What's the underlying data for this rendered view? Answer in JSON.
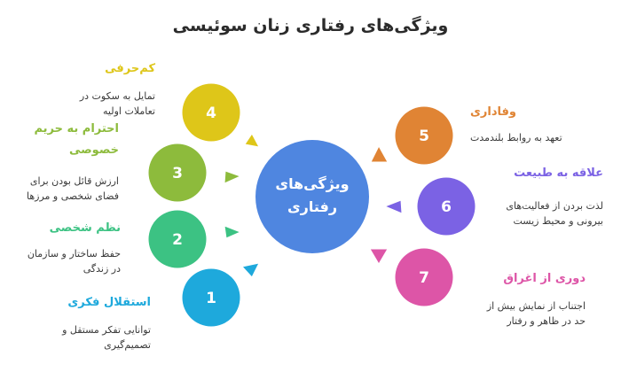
{
  "title": "ویژگی‌های رفتاری زنان سوئیسی",
  "center": {
    "line1": "ویژگی‌های",
    "line2": "رفتاری",
    "color": "#4F86E0"
  },
  "items": [
    {
      "number": "1",
      "title": "استقلال فکری",
      "description_line1": "توانایی تفکر مستقل و",
      "description_line2": "تصمیم‌گیری",
      "color": "#1EA9DC"
    },
    {
      "number": "2",
      "title": "نظم شخصی",
      "description_line1": "حفظ ساختار و سازمان",
      "description_line2": "در زندگی",
      "color": "#3CC283"
    },
    {
      "number": "3",
      "title_line1": "احترام به حریم",
      "title_line2": "خصوصی",
      "description_line1": "ارزش قائل بودن برای",
      "description_line2": "فضای شخصی و مرزها",
      "color": "#8DBB3C"
    },
    {
      "number": "4",
      "title": "کم‌حرفی",
      "description_line1": "تمایل به سکوت در",
      "description_line2": "تعاملات اولیه",
      "color": "#DEC619"
    },
    {
      "number": "5",
      "title": "وفاداری",
      "description_line1": "تعهد به روابط بلندمدت",
      "color": "#E08434"
    },
    {
      "number": "6",
      "title": "علاقه به طبیعت",
      "description_line1": "لذت بردن از فعالیت‌های",
      "description_line2": "بیرونی و محیط زیست",
      "color": "#7B62E4"
    },
    {
      "number": "7",
      "title": "دوری از اغراق",
      "description_line1": "اجتناب از نمایش بیش از",
      "description_line2": "حد در ظاهر و رفتار",
      "color": "#DD55A7"
    }
  ]
}
